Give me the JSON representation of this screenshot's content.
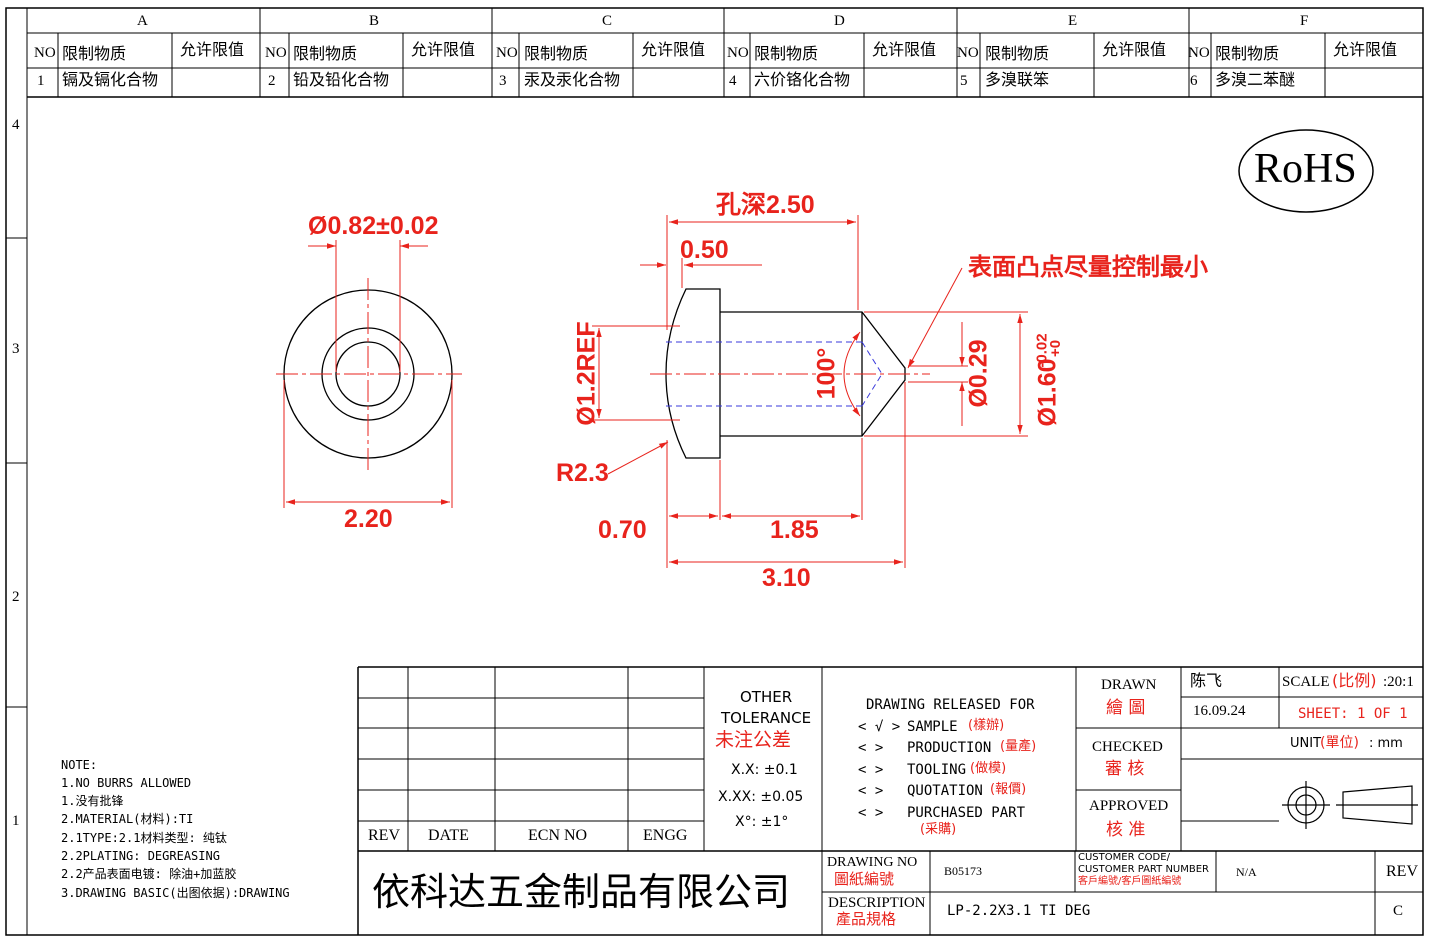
{
  "restriction_table": {
    "zones": [
      "A",
      "B",
      "C",
      "D",
      "E",
      "F"
    ],
    "no_header": "NO",
    "substance_header": "限制物质",
    "limit_header": "允许限值",
    "rows": [
      {
        "no": "1",
        "substance": "镉及镉化合物",
        "limit": ""
      },
      {
        "no": "2",
        "substance": "铅及铅化合物",
        "limit": ""
      },
      {
        "no": "3",
        "substance": "汞及汞化合物",
        "limit": ""
      },
      {
        "no": "4",
        "substance": "六价铬化合物",
        "limit": ""
      },
      {
        "no": "5",
        "substance": "多溴联笨",
        "limit": ""
      },
      {
        "no": "6",
        "substance": "多溴二苯醚",
        "limit": ""
      }
    ]
  },
  "row_zones": [
    "4",
    "3",
    "2",
    "1"
  ],
  "rohs": "RoHS",
  "dimensions": {
    "hole_dia": "Ø0.82±0.02",
    "outer_dia_front": "2.20",
    "hole_depth": "孔深2.50",
    "head_thickness": "0.50",
    "surface_note": "表面凸点尽量控制最小",
    "head_dia": "Ø1.2REF",
    "angle": "100°",
    "tip_dia": "Ø0.29",
    "body_dia": "Ø1.60",
    "body_tol_upper": "+0",
    "body_tol_lower": "-0.02",
    "radius": "R2.3",
    "head_length": "0.70",
    "body_length": "1.85",
    "total_length": "3.10"
  },
  "notes": [
    "NOTE:",
    "1.NO BURRS ALLOWED",
    "1.没有批锋",
    "2.MATERIAL(材料):TI",
    "2.1TYPE:2.1材料类型: 纯钛",
    "2.2PLATING: DEGREASING",
    "2.2产品表面电镀: 除油+加蓝胶",
    "3.DRAWING BASIC(出图依据):DRAWING"
  ],
  "revision_block": {
    "rev": "REV",
    "date": "DATE",
    "ecn": "ECN NO",
    "engg": "ENGG"
  },
  "tolerance": {
    "title1": "OTHER",
    "title2": "TOLERANCE",
    "title_cn": "未注公差",
    "x1": "X.X: ±0.1",
    "x2": "X.XX: ±0.05",
    "x3": "X°: ±1°"
  },
  "release": {
    "title": "DRAWING RELEASED FOR",
    "items": [
      {
        "mark": "< √ >",
        "en": "SAMPLE",
        "cn": "(樣辦)"
      },
      {
        "mark": "<   >",
        "en": "PRODUCTION",
        "cn": "(量產)"
      },
      {
        "mark": "<   >",
        "en": "TOOLING",
        "cn": "(做模)"
      },
      {
        "mark": "<   >",
        "en": "QUOTATION",
        "cn": "(報價)"
      },
      {
        "mark": "<   >",
        "en": "PURCHASED PART",
        "cn": "(采購)"
      }
    ]
  },
  "signoff": {
    "drawn": "DRAWN",
    "drawn_cn": "繪 圖",
    "drawn_name": "陈飞",
    "drawn_date": "16.09.24",
    "checked": "CHECKED",
    "checked_cn": "審 核",
    "approved": "APPROVED",
    "approved_cn": "核 准"
  },
  "scale": {
    "label": "SCALE",
    "label_cn": "(比例)",
    "value": ":20:1"
  },
  "sheet": {
    "text": "SHEET:  1 OF 1"
  },
  "unit": {
    "label": "UNIT",
    "label_cn": "(單位)",
    "value": ": mm"
  },
  "company": "依科达五金制品有限公司",
  "drawing_no": {
    "label": "DRAWING NO",
    "label_cn": "圖紙編號",
    "value": "B05173"
  },
  "customer_code": {
    "label1": "CUSTOMER CODE/",
    "label2": "CUSTOMER PART NUMBER",
    "label_cn": "客戶編號/客戶圖紙編號",
    "value": "N/A"
  },
  "description": {
    "label": "DESCRIPTION",
    "label_cn": "產品規格",
    "value": "LP-2.2X3.1 TI DEG"
  },
  "rev_box": {
    "label": "REV",
    "value": "C"
  },
  "colors": {
    "dimension": "#e8231c",
    "hidden_line": "#3a3adb",
    "outline": "#000000"
  }
}
